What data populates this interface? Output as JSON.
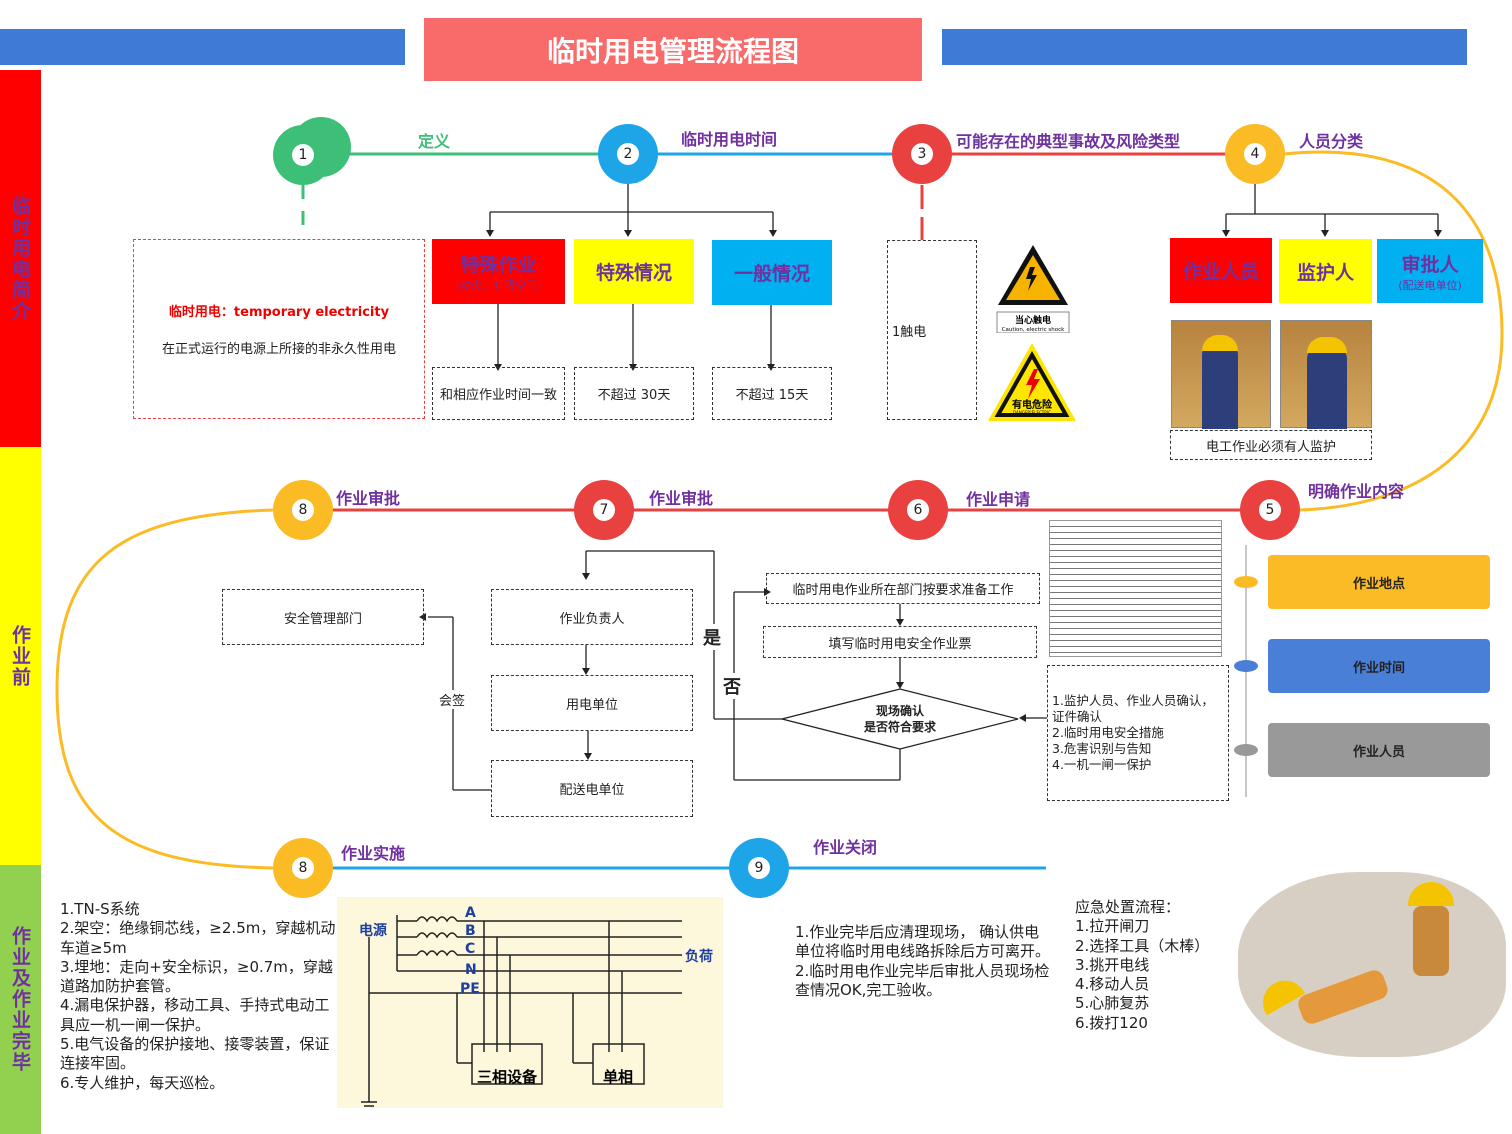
{
  "title": "临时用电管理流程图",
  "sidebar": [
    "临时用电简介",
    "作业前",
    "作业及作业完毕"
  ],
  "steps": {
    "s1": {
      "num": "1",
      "label": "定义"
    },
    "s2": {
      "num": "2",
      "label": "临时用电时间"
    },
    "s3": {
      "num": "3",
      "label": "可能存在的典型事故及风险类型"
    },
    "s4": {
      "num": "4",
      "label": "人员分类"
    },
    "s5": {
      "num": "5",
      "label": "明确作业内容"
    },
    "s6": {
      "num": "6",
      "label": "作业申请"
    },
    "s7": {
      "num": "7",
      "label": "作业审批"
    },
    "s8a": {
      "num": "8",
      "label": "作业审批"
    },
    "s8b": {
      "num": "8",
      "label": "作业实施"
    },
    "s9": {
      "num": "9",
      "label": "作业关闭"
    }
  },
  "definition": {
    "term": "临时用电：temporary electricity",
    "desc": "在正式运行的电源上所接的非永久性用电"
  },
  "time": {
    "cats": [
      {
        "title": "特殊作业",
        "sub": "(动火、有限空间)",
        "result": "和相应作业时间一致"
      },
      {
        "title": "特殊情况",
        "result": "不超过 30天"
      },
      {
        "title": "一般情况",
        "result": "不超过 15天"
      }
    ]
  },
  "risk": {
    "item": "1触电",
    "sign1": "当心触电",
    "sign1_en": "Caution, electric shock",
    "sign2": "有电危险",
    "sign2_en": "DANGER!ELECTRIC"
  },
  "people": {
    "roles": [
      {
        "title": "作业人员"
      },
      {
        "title": "监护人"
      },
      {
        "title": "审批人",
        "sub": "(配送电单位)"
      }
    ],
    "caption": "电工作业必须有人监护"
  },
  "content": {
    "items": [
      "作业地点",
      "作业时间",
      "作业人员"
    ]
  },
  "flow": {
    "safety": "安全管理部门",
    "leader": "作业负责人",
    "user": "用电单位",
    "supply": "配送电单位",
    "countersign": "会签",
    "prepare": "临时用电作业所在部门按要求准备工作",
    "fill": "填写临时用电安全作业票",
    "decision1": "现场确认",
    "decision2": "是否符合要求",
    "yes": "是",
    "no": "否",
    "checks": "1.监护人员、作业人员确认，\n证件确认\n2.临时用电安全措施\n3.危害识别与告知\n4.一机一闸一保护"
  },
  "impl": {
    "text": "1.TN-S系统\n2.架空：绝缘铜芯线，≥2.5m，穿越机动车道≥5m\n3.埋地：走向+安全标识，≥0.7m，穿越道路加防护套管。\n4.漏电保护器，移动工具、手持式电动工具应一机一闸一保护。\n5.电气设备的保护接地、接零装置，保证连接牢固。\n6.专人维护，每天巡检。",
    "diagram": {
      "source": "电源",
      "load": "负荷",
      "lines": [
        "A",
        "B",
        "C",
        "N",
        "PE"
      ],
      "three": "三相设备",
      "single": "单相"
    }
  },
  "close": {
    "text": "1.作业完毕后应清理现场， 确认供电单位将临时用电线路拆除后方可离开。\n2.临时用电作业完毕后审批人员现场检查情况OK,完工验收。"
  },
  "emergency": {
    "text": "应急处置流程：\n1.拉开闸刀\n2.选择工具（木棒）\n3.挑开电线\n4.移动人员\n5.心肺复苏\n6.拨打120"
  },
  "colors": {
    "red": "#ff0000",
    "yellow": "#ffff00",
    "cyan": "#00b0f0",
    "purple": "#7030a0",
    "blue": "#3f7bd6",
    "green": "#3dbf78",
    "orange": "#fbbb24"
  }
}
